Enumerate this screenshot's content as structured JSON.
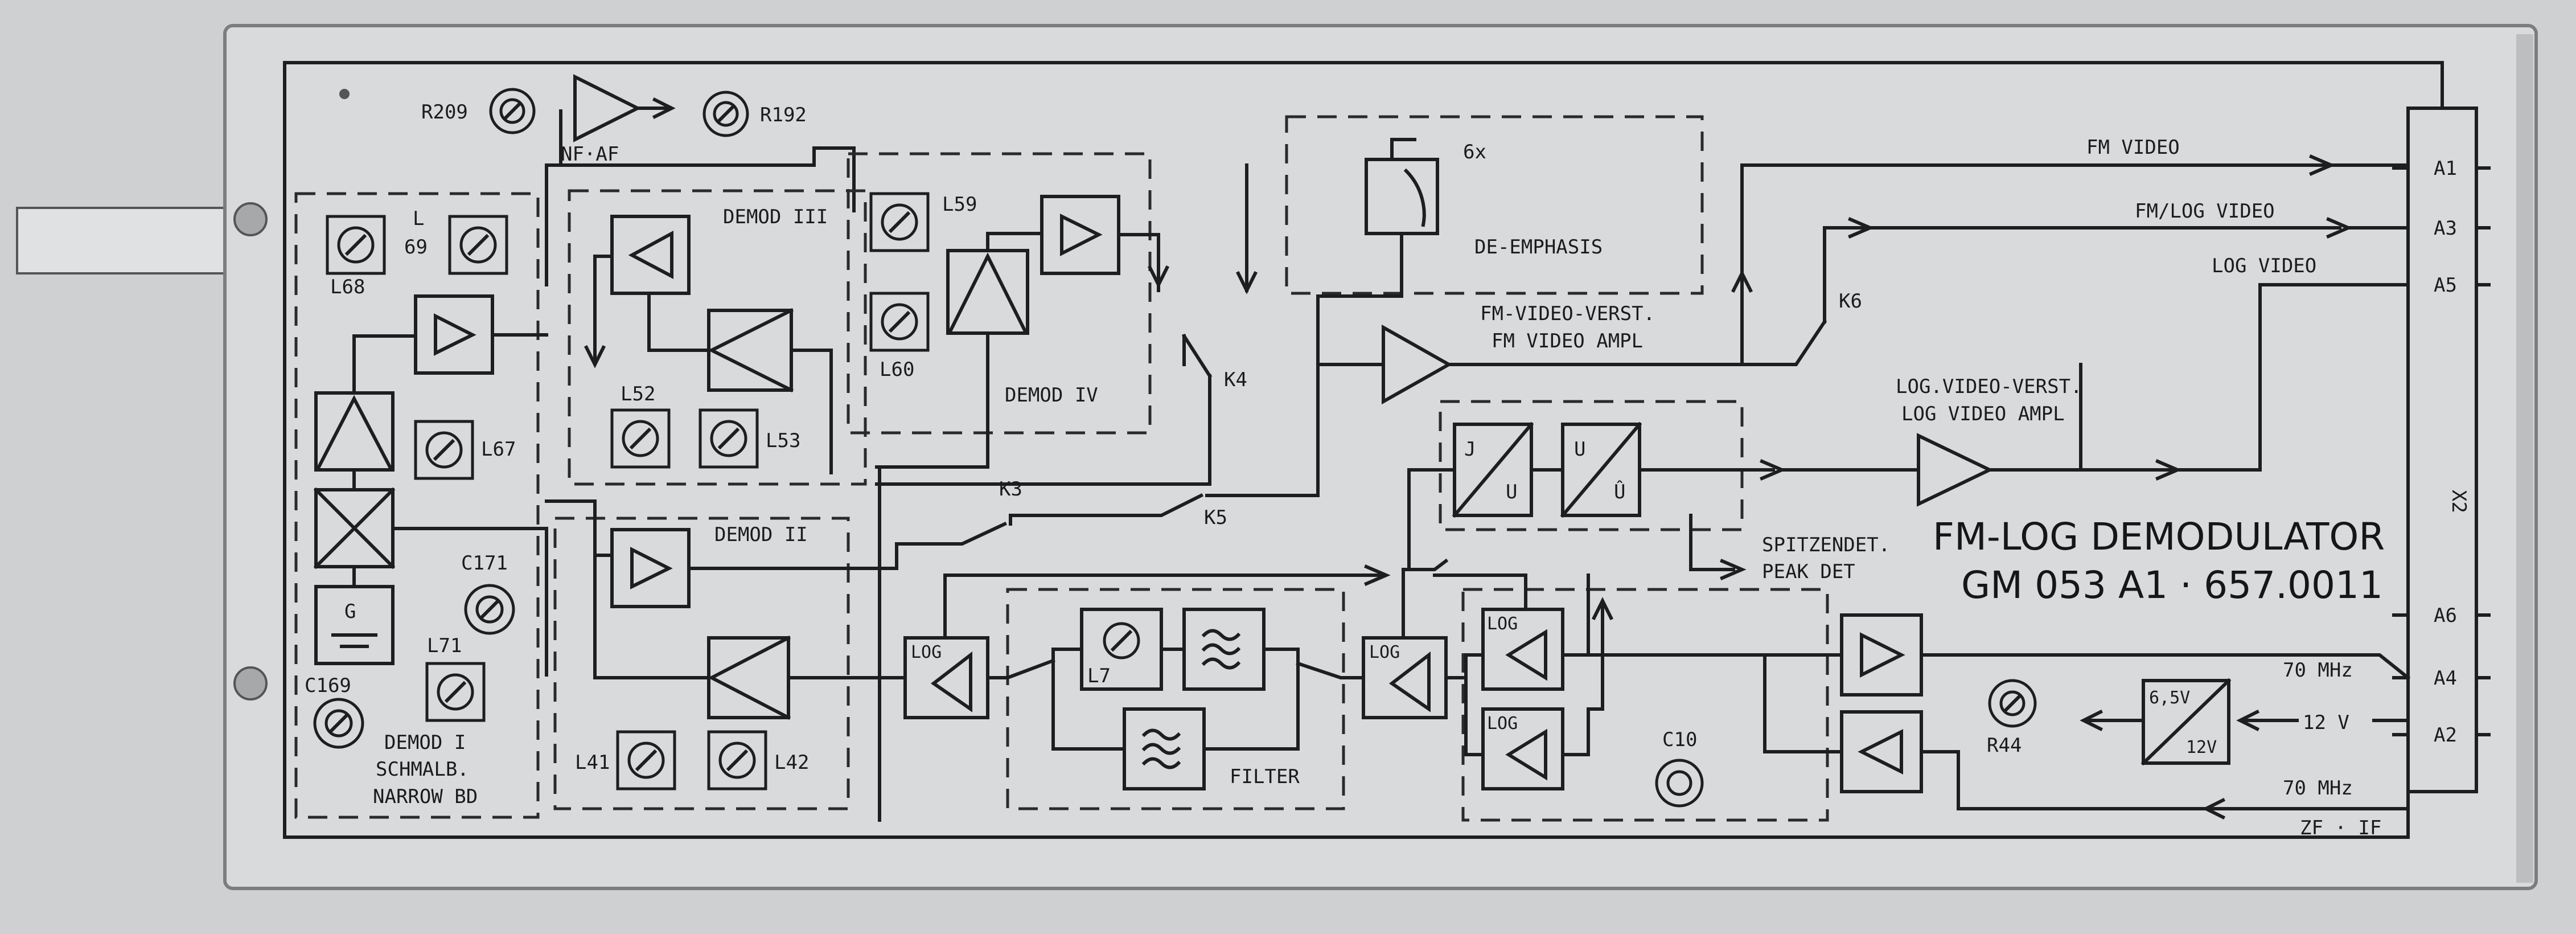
{
  "panel": {
    "title": "FM-LOG DEMODULATOR",
    "model": "GM 053 A1 · 657.0011",
    "connector_label": "X2"
  },
  "outputs": {
    "fm_video": "FM VIDEO",
    "fm_log_video": "FM/LOG VIDEO",
    "log_video": "LOG VIDEO",
    "if_in": "70 MHz",
    "if_out": "70 MHz",
    "zf_if": "ZF · IF",
    "supply": "12 V"
  },
  "pins": [
    "A1",
    "A3",
    "A5",
    "A6",
    "A4",
    "A2"
  ],
  "labels": {
    "r209": "R209",
    "r192": "R192",
    "nf_af": "NF·AF",
    "l69a": "L",
    "l69b": "69",
    "l68": "L68",
    "l67": "L67",
    "c171": "C171",
    "l71": "L71",
    "c169": "C169",
    "demod1a": "DEMOD I",
    "demod1b": "SCHMALB.",
    "demod1c": "NARROW BD",
    "demod3": "DEMOD III",
    "demod2": "DEMOD II",
    "demod4": "DEMOD IV",
    "l59": "L59",
    "l60": "L60",
    "l52": "L52",
    "l53": "L53",
    "l41": "L41",
    "l42": "L42",
    "k3": "K3",
    "k4": "K4",
    "k5": "K5",
    "k6": "K6",
    "six_x": "6x",
    "de_emphasis": "DE-EMPHASIS",
    "fmv_ampl_a": "FM-VIDEO-VERST.",
    "fmv_ampl_b": "FM VIDEO AMPL",
    "logv_ampl_a": "LOG.VIDEO-VERST.",
    "logv_ampl_b": "LOG VIDEO AMPL",
    "peak_a": "SPITZENDET.",
    "peak_b": "PEAK DET",
    "log1": "LOG",
    "log2": "LOG",
    "log3": "LOG",
    "log4": "LOG",
    "l7": "L7",
    "filter": "FILTER",
    "c10": "C10",
    "r44": "R44",
    "gen": "G",
    "ju_j": "J",
    "ju_u": "U",
    "uu_u": "U",
    "uu_uhat": "Û",
    "reg_a": "6,5V",
    "reg_b": "12V"
  },
  "colors": {
    "panel": "#d9dadc",
    "ink": "#1e1e1e",
    "background": "#cfd0d2"
  }
}
